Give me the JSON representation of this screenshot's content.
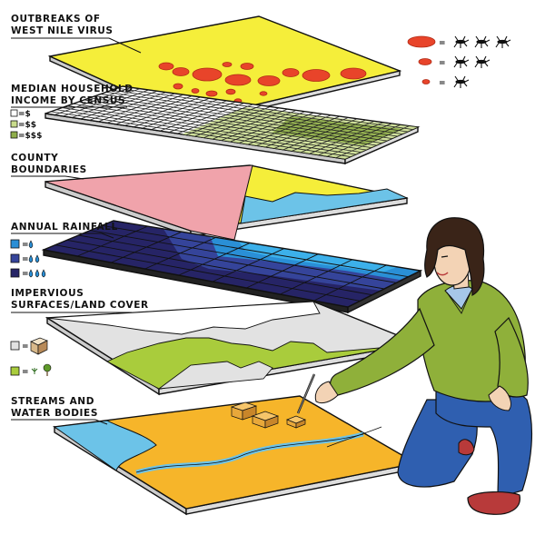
{
  "layers": {
    "west_nile": {
      "line1": "OUTBREAKS OF",
      "line2": "WEST NILE VIRUS",
      "legend_eq": [
        "=",
        "=",
        "="
      ]
    },
    "income": {
      "line1": "MEDIAN HOUSEHOLD",
      "line2": "INCOME BY CENSUS",
      "legend": [
        "=$",
        "=$$",
        "=$$$"
      ]
    },
    "county": {
      "line1": "COUNTY",
      "line2": "BOUNDARIES"
    },
    "rainfall": {
      "line1": "ANNUAL RAINFALL",
      "legend": [
        "=",
        "=",
        "="
      ]
    },
    "impervious": {
      "line1": "IMPERVIOUS",
      "line2": "SURFACES/LAND COVER",
      "legend": [
        "=",
        "="
      ]
    },
    "streams": {
      "line1": "STREAMS AND",
      "line2": "WATER BODIES"
    }
  },
  "colors": {
    "yellow": "#f5ee3a",
    "virus_red": "#e8442a",
    "grid_green": "#a8c46a",
    "pink": "#f0a3ab",
    "light_blue": "#6cc3e8",
    "dark_navy": "#262466",
    "mid_navy": "#35449a",
    "bright_blue": "#2a8fd6",
    "gray": "#e2e2e2",
    "green": "#a9cc3c",
    "orange": "#f6b52a",
    "sweater": "#8fb03a",
    "jeans": "#2f5fb0"
  },
  "icons": [
    "mosquito-icon",
    "water-drop-icon",
    "building-icon",
    "tree-icon",
    "pen-icon"
  ]
}
